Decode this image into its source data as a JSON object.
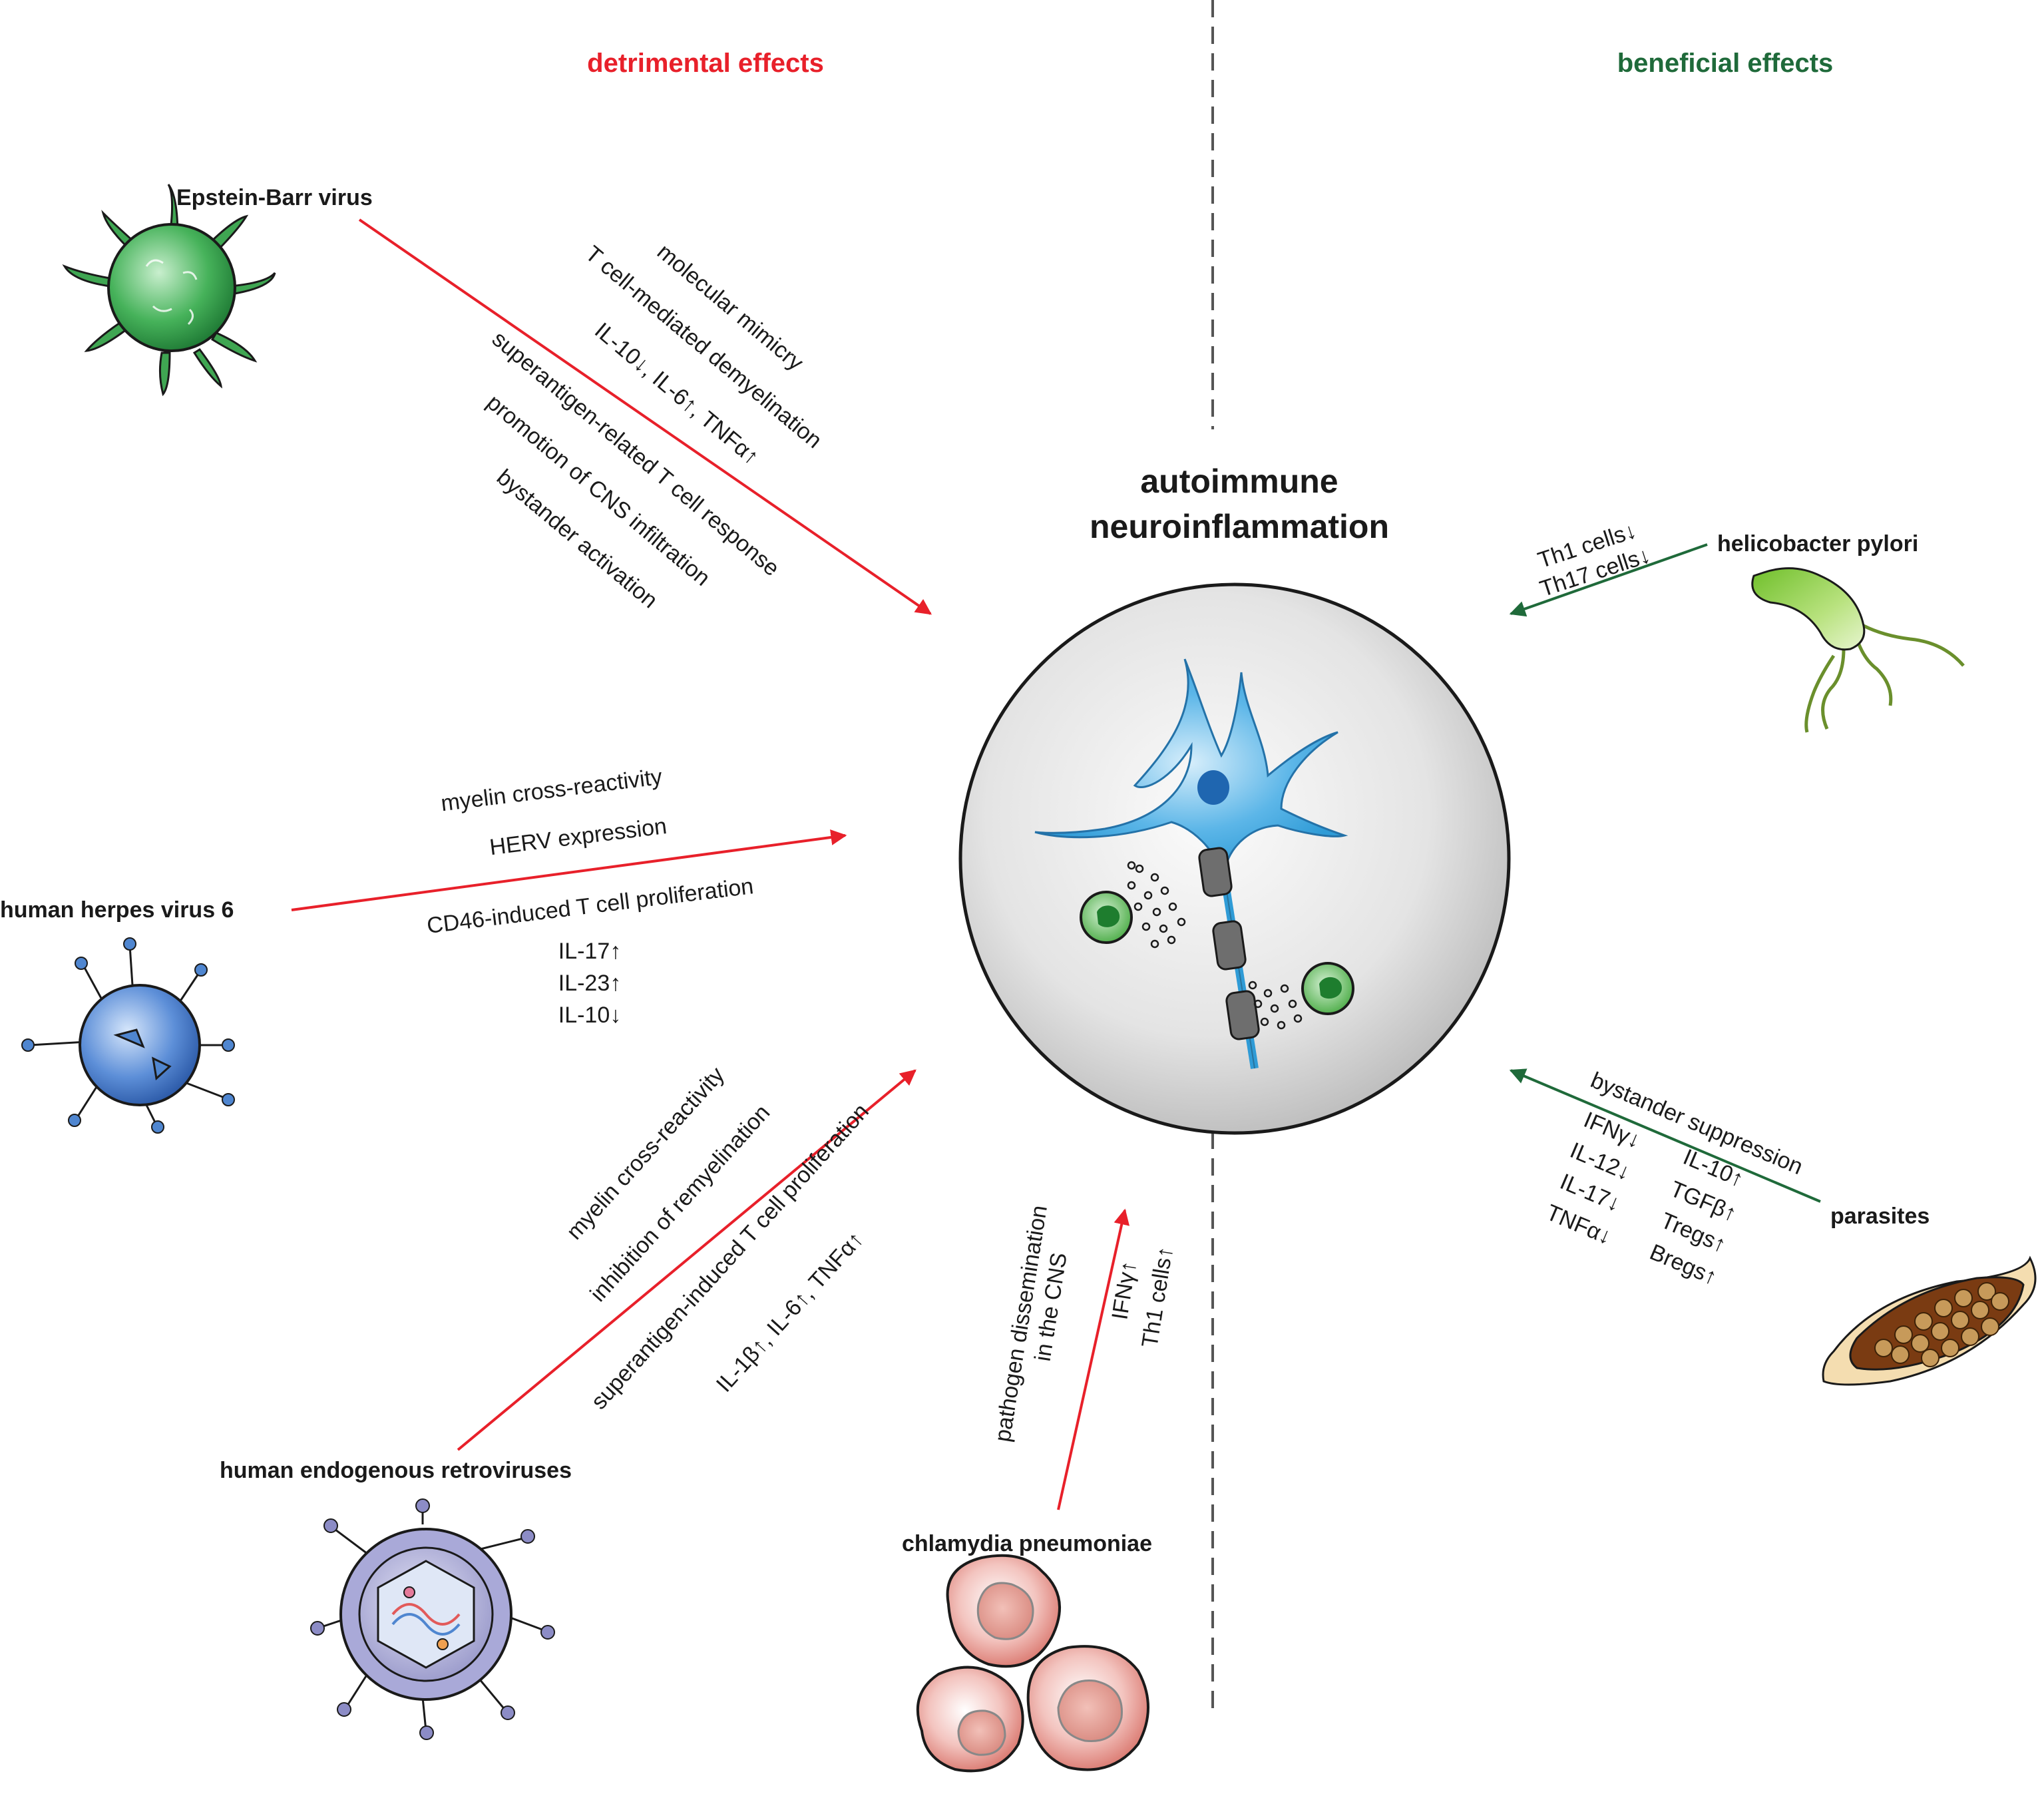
{
  "headings": {
    "detrimental": "detrimental effects",
    "beneficial": "beneficial effects",
    "center_line1": "autoimmune",
    "center_line2": "neuroinflammation"
  },
  "colors": {
    "detrimental": "#e8202a",
    "beneficial": "#1f6a3a",
    "text": "#1a1a1a",
    "neuron": "#2f9bd6",
    "sphere": "#e6e6e6"
  },
  "organisms": {
    "ebv": "Epstein-Barr virus",
    "hhv6": "human herpes virus 6",
    "herv": "human endogenous retroviruses",
    "chlamydia": "chlamydia pneumoniae",
    "hpylori": "helicobacter pylori",
    "parasites": "parasites"
  },
  "ebv_mechanisms": [
    "molecular mimicry",
    "T cell-mediated demyelination",
    "IL-10↓, IL-6↑, TNFα↑",
    "superantigen-related T cell response",
    "promotion of CNS infiltration",
    "bystander activation"
  ],
  "hhv6_mechanisms": [
    "myelin cross-reactivity",
    "HERV expression",
    "CD46-induced T cell proliferation"
  ],
  "hhv6_cytokines": [
    "IL-17↑",
    "IL-23↑",
    "IL-10↓"
  ],
  "herv_mechanisms": [
    "myelin cross-reactivity",
    "inhibition of remyelination",
    "superantigen-induced T cell proliferation",
    "IL-1β↑, IL-6↑, TNFα↑"
  ],
  "chlamydia_mechanisms": [
    "pathogen dissemination",
    "in the CNS",
    "IFNγ↑",
    "Th1 cells↑"
  ],
  "hpylori_effects": [
    "Th1 cells↓",
    "Th17 cells↓"
  ],
  "parasite_effects": {
    "main": "bystander suppression",
    "left": [
      "IFNγ↓",
      "IL-12↓",
      "IL-17↓",
      "TNFα↓"
    ],
    "right": [
      "IL-10↑",
      "TGFβ↑",
      "Tregs↑",
      "Bregs↑"
    ]
  },
  "icons": [
    "epstein-barr-virus-icon",
    "herpes-virus-icon",
    "retrovirus-icon",
    "chlamydia-cells-icon",
    "helicobacter-icon",
    "parasite-egg-icon",
    "neuron-icon",
    "immune-cell-icon"
  ]
}
